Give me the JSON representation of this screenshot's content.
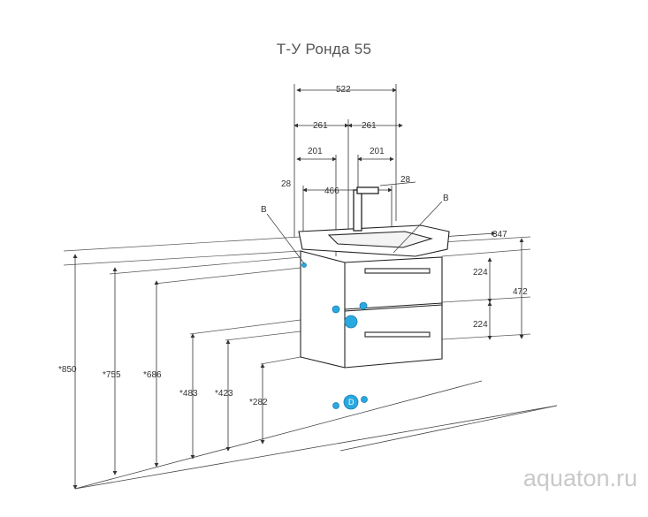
{
  "title": "Т-У Ронда 55",
  "watermark": "aquaton.ru",
  "dimensions": {
    "w522": "522",
    "w261_left": "261",
    "w261_right": "261",
    "w201_left": "201",
    "w201_right": "201",
    "w466": "466",
    "w28_left": "28",
    "w28_right": "28",
    "d347": "347",
    "h224_top": "224",
    "h224_bottom": "224",
    "h472": "472",
    "h850": "*850",
    "h755": "*755",
    "h686": "*686",
    "h483": "*483",
    "h423": "*423",
    "h282": "*282"
  },
  "labels": {
    "b_left": "B",
    "b_right": "B",
    "d_marker": "D"
  },
  "colors": {
    "line": "#333333",
    "marker": "#2aa8e0",
    "text": "#555555",
    "watermark": "#c9c9c9"
  }
}
